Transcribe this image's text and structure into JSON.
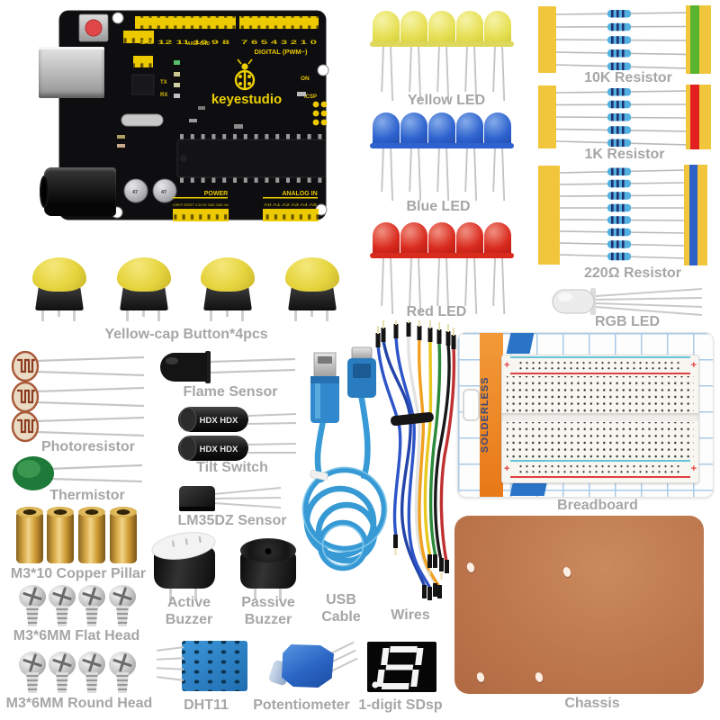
{
  "canvas": {
    "background": "#ffffff",
    "label_color": "#a6a6a6"
  },
  "board": {
    "brand": "keyestudio",
    "digital": "DIGITAL (PWM~)",
    "digital_pins_left": "13 12 11 10 9 8",
    "digital_pins_right": "7 6 5 4 3 2 1 0",
    "aref": "AREF",
    "gnd": "GND",
    "on": "ON",
    "tx": "TX",
    "rx": "RX",
    "icsp": "ICSP",
    "power": "POWER",
    "analog": "ANALOG IN",
    "power_pins": "IOREF RESET 3.3V 5V GND GND Vin",
    "analog_pins": "A0 A1 A2 A3 A4 A5",
    "cap_marking": "47"
  },
  "labels": {
    "yellow_led": "Yellow LED",
    "r10k": "10K Resistor",
    "blue_led": "Blue LED",
    "r1k": "1K Resistor",
    "red_led": "Red LED",
    "r220": "220Ω Resistor",
    "rgb_led": "RGB LED",
    "buttons": "Yellow-cap Button*4pcs",
    "flame": "Flame Sensor",
    "photoresistor": "Photoresistor",
    "tilt": "Tilt Switch",
    "thermistor": "Thermistor",
    "lm35": "LM35DZ Sensor",
    "pillars": "M3*10 Copper Pillar",
    "flat_screws": "M3*6MM Flat Head",
    "active_buzzer": "Active Buzzer",
    "passive_buzzer": "Passive Buzzer",
    "round_screws": "M3*6MM Round Head",
    "usb": "USB Cable",
    "wires": "Wires",
    "breadboard": "Breadboard",
    "dht11": "DHT11",
    "potentiometer": "Potentiometer",
    "sevenseg": "1-digit SDsp",
    "chassis": "Chassis"
  },
  "texts": {
    "tilt_marking": "HDX  HDX",
    "breadboard_banner": "SOLDERLESS",
    "plus": "+"
  },
  "colors": {
    "led_yellow": "#e6e055",
    "led_blue": "#2e63cf",
    "led_red": "#d92a1e",
    "tape_yellow": "#f2c63c",
    "resistor_body": "#52b0e0",
    "stripe_10k_green": "#58b32e",
    "stripe_1k_red": "#e32020",
    "stripe_220_blue": "#2f62c8",
    "board_yellow": "#edc900",
    "banner_orange": "#f08228",
    "chassis_brown": "#b97148",
    "dht_blue": "#2a7ec0",
    "pot_blue": "#2a64c4",
    "usb_blue": "#2f96d4"
  }
}
